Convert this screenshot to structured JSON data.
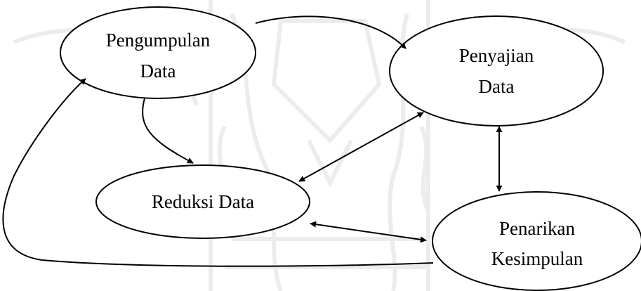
{
  "diagram": {
    "nodes": {
      "pengumpulan": {
        "line1": "Pengumpulan",
        "line2": "Data"
      },
      "penyajian": {
        "line1": "Penyajian",
        "line2": "Data"
      },
      "reduksi": {
        "line1": "Reduksi Data"
      },
      "penarikan": {
        "line1": "Penarikan",
        "line2": "Kesimpulan"
      }
    },
    "edges": [
      {
        "from": "Pengumpulan Data",
        "to": "Penyajian Data",
        "direction": "one-way"
      },
      {
        "from": "Pengumpulan Data",
        "to": "Reduksi Data",
        "direction": "one-way"
      },
      {
        "from": "Reduksi Data",
        "to": "Penyajian Data",
        "direction": "two-way"
      },
      {
        "from": "Penyajian Data",
        "to": "Penarikan Kesimpulan",
        "direction": "two-way"
      },
      {
        "from": "Reduksi Data",
        "to": "Penarikan Kesimpulan",
        "direction": "two-way"
      },
      {
        "from": "Penarikan Kesimpulan",
        "to": "Pengumpulan Data",
        "direction": "one-way"
      }
    ],
    "colors": {
      "stroke": "#000000",
      "fill": "#ffffff",
      "watermark": "#ececec"
    }
  }
}
